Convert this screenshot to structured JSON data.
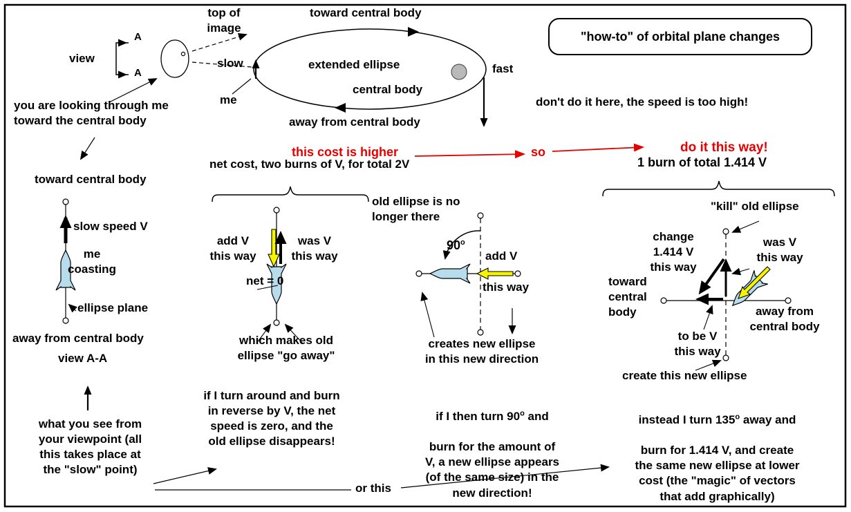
{
  "colors": {
    "accent_red": "#e60000",
    "rocket_blue": "#b7dded",
    "burn_yellow": "#f7f400",
    "central_body_gray": "#b9b9b9",
    "ink": "#000000"
  },
  "top": {
    "view_label": "view",
    "section_a_top": "A",
    "section_a_bottom": "A",
    "top_of_image": "top of\nimage",
    "toward_central_body": "toward central body",
    "extended_ellipse": "extended ellipse",
    "central_body": "central body",
    "away_from_central_body": "away from central body",
    "slow": "slow",
    "me": "me",
    "fast": "fast",
    "looking_note": "you are looking through me\ntoward the central body",
    "howto": "\"how-to\" of orbital plane changes",
    "dont_do_it": "don't do it here,  the speed is too high!"
  },
  "banner": {
    "cost_higher": "this cost is higher",
    "so": "so",
    "do_it": "do it this way!"
  },
  "col1": {
    "toward": "toward central body",
    "slow_speed": "slow speed V",
    "me_coasting": "me\ncoasting",
    "ellipse_plane": "ellipse plane",
    "away": "away from central body",
    "view_aa": "view A-A",
    "caption": "what you see from\nyour viewpoint (all\nthis takes place at\nthe \"slow\" point)"
  },
  "col2": {
    "header": "net cost,  two burns of V,  for total 2V",
    "add_v": "add V\nthis way",
    "was_v": "was V\nthis way",
    "net_zero": "net = 0",
    "go_away": "which makes old\nellipse \"go away\"",
    "para": "if I turn around and burn\nin reverse by V,  the net\nspeed is zero,  and the\nold ellipse disappears!"
  },
  "col3": {
    "old_gone": "old ellipse is no\nlonger there",
    "deg": "90",
    "deg_sup": "o",
    "add_v": "add V",
    "this_way": "this way",
    "creates": "creates new ellipse\nin this new direction",
    "para_l1a": "if I then turn 90",
    "para_sup": "o",
    "para_l1b": " and",
    "para_rest": "burn for the amount of\nV,  a new ellipse appears\n(of the same size) in the\nnew direction!"
  },
  "col4": {
    "header": "1 burn of total 1.414 V",
    "kill": "\"kill\" old ellipse",
    "change": "change\n1.414 V\nthis way",
    "was_v": "was V\nthis way",
    "toward": "toward\ncentral\nbody",
    "away": "away from\ncentral body",
    "to_be": "to be V\nthis way",
    "create_new": "create this new ellipse",
    "para_l1a": "instead I turn 135",
    "para_sup": "o",
    "para_l1b": " away and",
    "para_rest": "burn for 1.414 V,  and create\nthe same new ellipse at lower\ncost (the \"magic\" of vectors\nthat add graphically)"
  },
  "bottom": {
    "or_this": "or this"
  }
}
